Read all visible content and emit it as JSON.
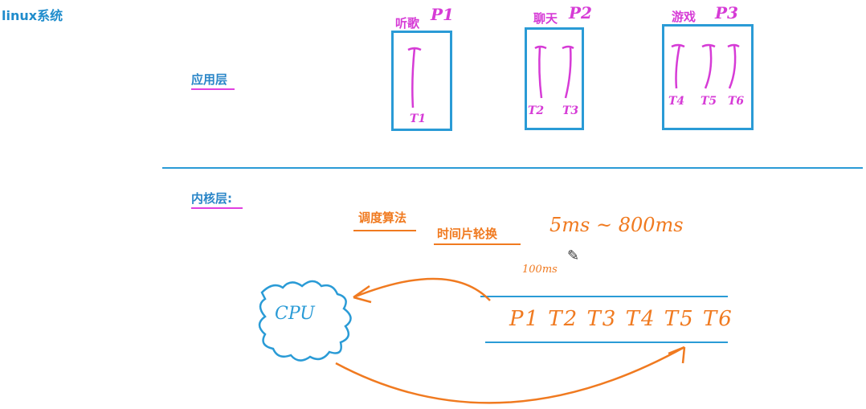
{
  "title": "linux系统",
  "app_layer": {
    "label": "应用层"
  },
  "kernel_layer": {
    "label": "内核层:"
  },
  "processes": [
    {
      "name": "听歌",
      "id": "P1",
      "threads": [
        "T1"
      ]
    },
    {
      "name": "聊天",
      "id": "P2",
      "threads": [
        "T2",
        "T3"
      ]
    },
    {
      "name": "游戏",
      "id": "P3",
      "threads": [
        "T4",
        "T5",
        "T6"
      ]
    }
  ],
  "scheduling": {
    "label": "调度算法",
    "method": "时间片轮换",
    "range_text": "5ms ~ 800ms",
    "note": "100ms"
  },
  "queue": {
    "items": "P1 T2 T3 T4 T5 T6"
  },
  "cpu": {
    "label": "CPU"
  },
  "colors": {
    "blue": "#2a9bd6",
    "pink": "#d63bd6",
    "orange": "#f07a20"
  }
}
